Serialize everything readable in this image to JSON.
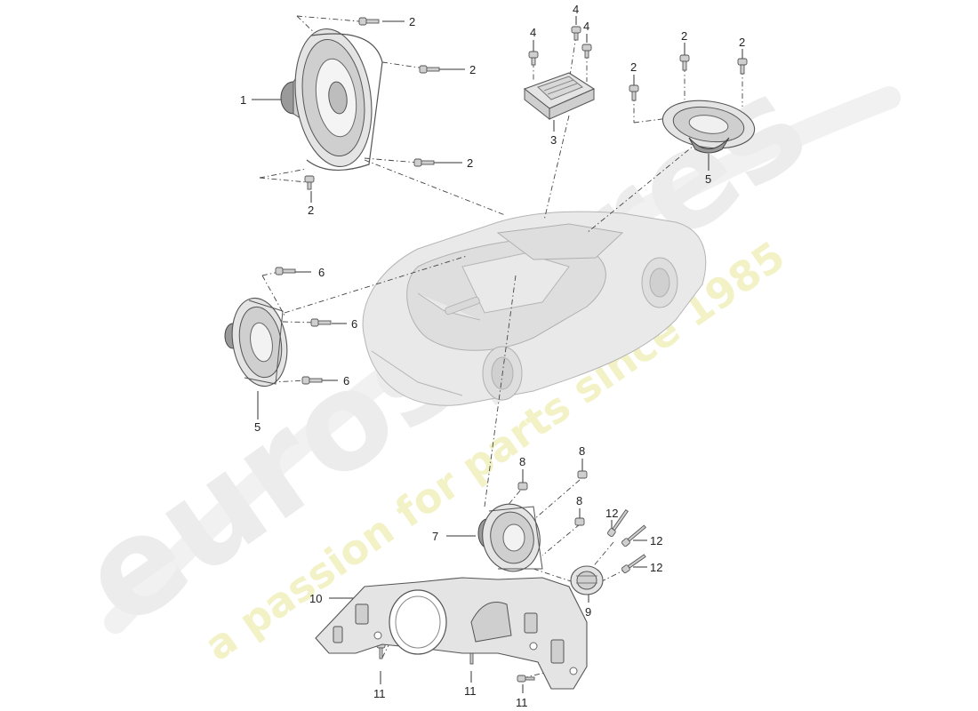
{
  "watermark": {
    "brand": "eurospares",
    "slogan": "a passion for parts since 1985",
    "brand_color": "#ececec",
    "slogan_color": "#f3f3c4"
  },
  "callouts": [
    {
      "id": "c1",
      "label": "1"
    },
    {
      "id": "c2a",
      "label": "2"
    },
    {
      "id": "c2b",
      "label": "2"
    },
    {
      "id": "c2c",
      "label": "2"
    },
    {
      "id": "c2d",
      "label": "2"
    },
    {
      "id": "c2e",
      "label": "2"
    },
    {
      "id": "c2f",
      "label": "2"
    },
    {
      "id": "c2g",
      "label": "2"
    },
    {
      "id": "c3",
      "label": "3"
    },
    {
      "id": "c4a",
      "label": "4"
    },
    {
      "id": "c4b",
      "label": "4"
    },
    {
      "id": "c4c",
      "label": "4"
    },
    {
      "id": "c5a",
      "label": "5"
    },
    {
      "id": "c5b",
      "label": "5"
    },
    {
      "id": "c6a",
      "label": "6"
    },
    {
      "id": "c6b",
      "label": "6"
    },
    {
      "id": "c6c",
      "label": "6"
    },
    {
      "id": "c7",
      "label": "7"
    },
    {
      "id": "c8a",
      "label": "8"
    },
    {
      "id": "c8b",
      "label": "8"
    },
    {
      "id": "c8c",
      "label": "8"
    },
    {
      "id": "c9",
      "label": "9"
    },
    {
      "id": "c10",
      "label": "10"
    },
    {
      "id": "c11a",
      "label": "11"
    },
    {
      "id": "c11b",
      "label": "11"
    },
    {
      "id": "c11c",
      "label": "11"
    },
    {
      "id": "c12a",
      "label": "12"
    },
    {
      "id": "c12b",
      "label": "12"
    },
    {
      "id": "c12c",
      "label": "12"
    }
  ],
  "icons": {
    "woofer": "large-speaker-icon",
    "amplifier": "amplifier-module-icon",
    "car": "sports-car-icon",
    "door_speaker": "door-speaker-icon",
    "small_speaker": "small-speaker-icon",
    "tweeter": "tweeter-icon",
    "carrier": "speaker-carrier-bracket-icon",
    "screw": "screw-icon"
  }
}
